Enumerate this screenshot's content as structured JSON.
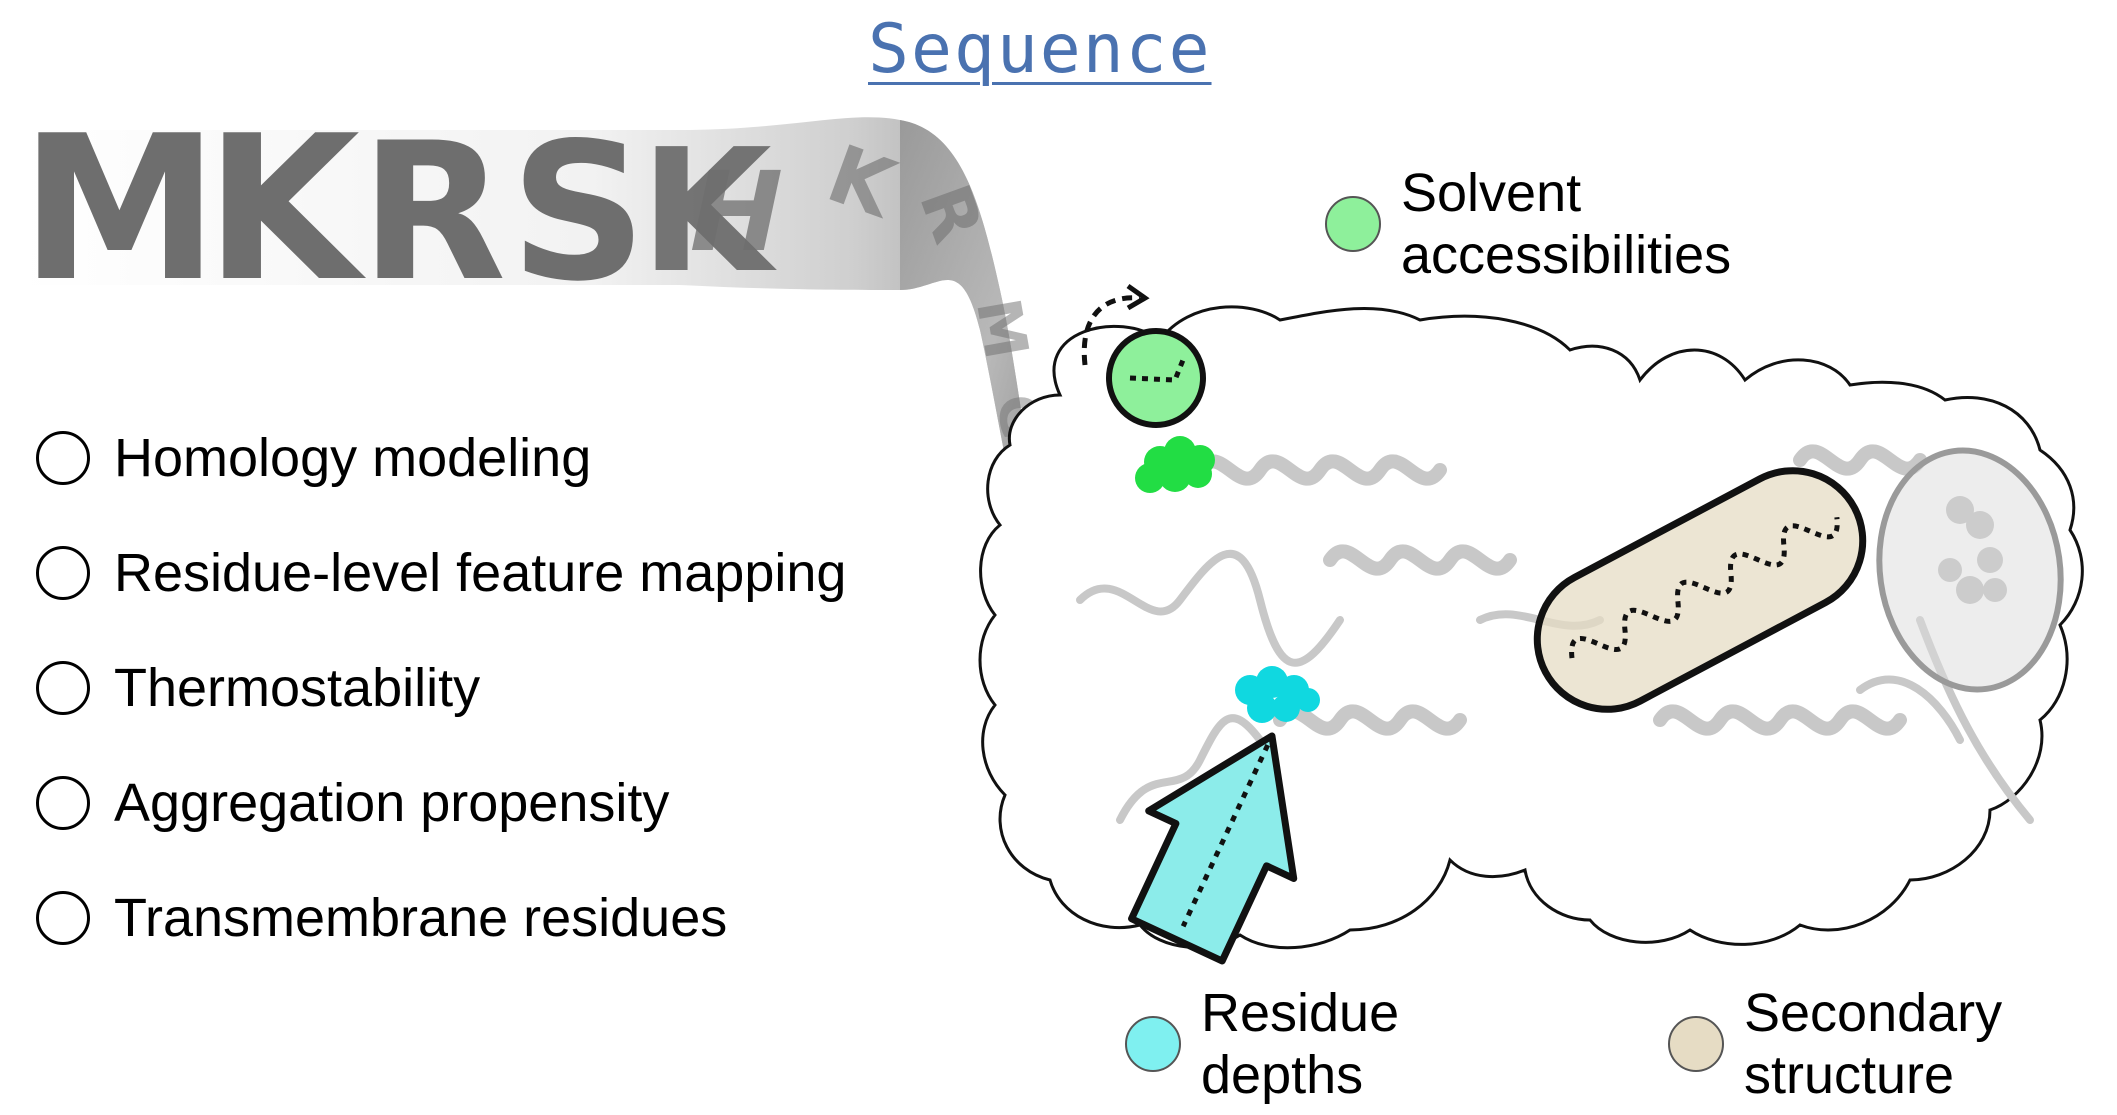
{
  "title": "Sequence",
  "sequence_letters": [
    "M",
    "K",
    "R",
    "S",
    "K",
    "H",
    "K",
    "R",
    "M",
    "G"
  ],
  "features": [
    {
      "label": "Homology modeling"
    },
    {
      "label": "Residue-level feature mapping"
    },
    {
      "label": "Thermostability"
    },
    {
      "label": "Aggregation propensity"
    },
    {
      "label": "Transmembrane residues"
    }
  ],
  "legend": {
    "solvent": {
      "line1": "Solvent",
      "line2": "accessibilities",
      "color": "#8ef09b"
    },
    "depth": {
      "line1": "Residue",
      "line2": "depths",
      "color": "#7ff0f0"
    },
    "secondary": {
      "line1": "Secondary",
      "line2": "structure",
      "color": "#e6dcc4"
    }
  },
  "colors": {
    "title": "#4a72b0",
    "sequence_text": "#6e6e6e",
    "arrow_fill": "#8cecea"
  }
}
